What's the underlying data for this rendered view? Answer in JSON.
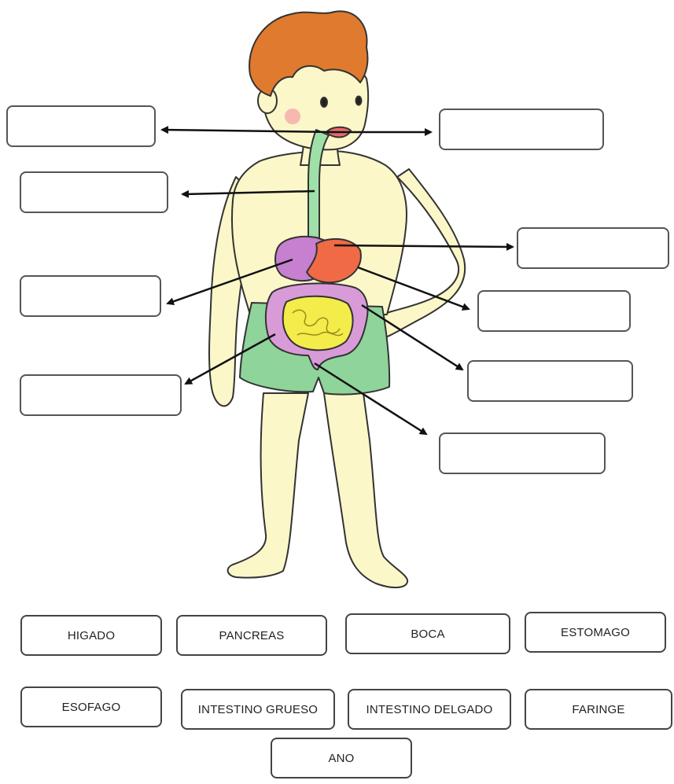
{
  "diagram": {
    "blank_count": 9,
    "word_bank": [
      {
        "label": "HIGADO"
      },
      {
        "label": "PANCREAS"
      },
      {
        "label": "BOCA"
      },
      {
        "label": "ESTOMAGO"
      },
      {
        "label": "ESOFAGO"
      },
      {
        "label": "INTESTINO GRUESO"
      },
      {
        "label": "INTESTINO DELGADO"
      },
      {
        "label": "FARINGE"
      },
      {
        "label": "ANO"
      }
    ]
  },
  "colors": {
    "skin": "#fbf7c8",
    "hair": "#e07a2e",
    "shorts": "#8fd49a",
    "liver": "#c77fcf",
    "stomach": "#ef6a45",
    "small_intestine": "#f3ec4a",
    "large_intestine": "#d99bd8",
    "esophagus": "#9fe0a8",
    "outline": "#333333"
  }
}
